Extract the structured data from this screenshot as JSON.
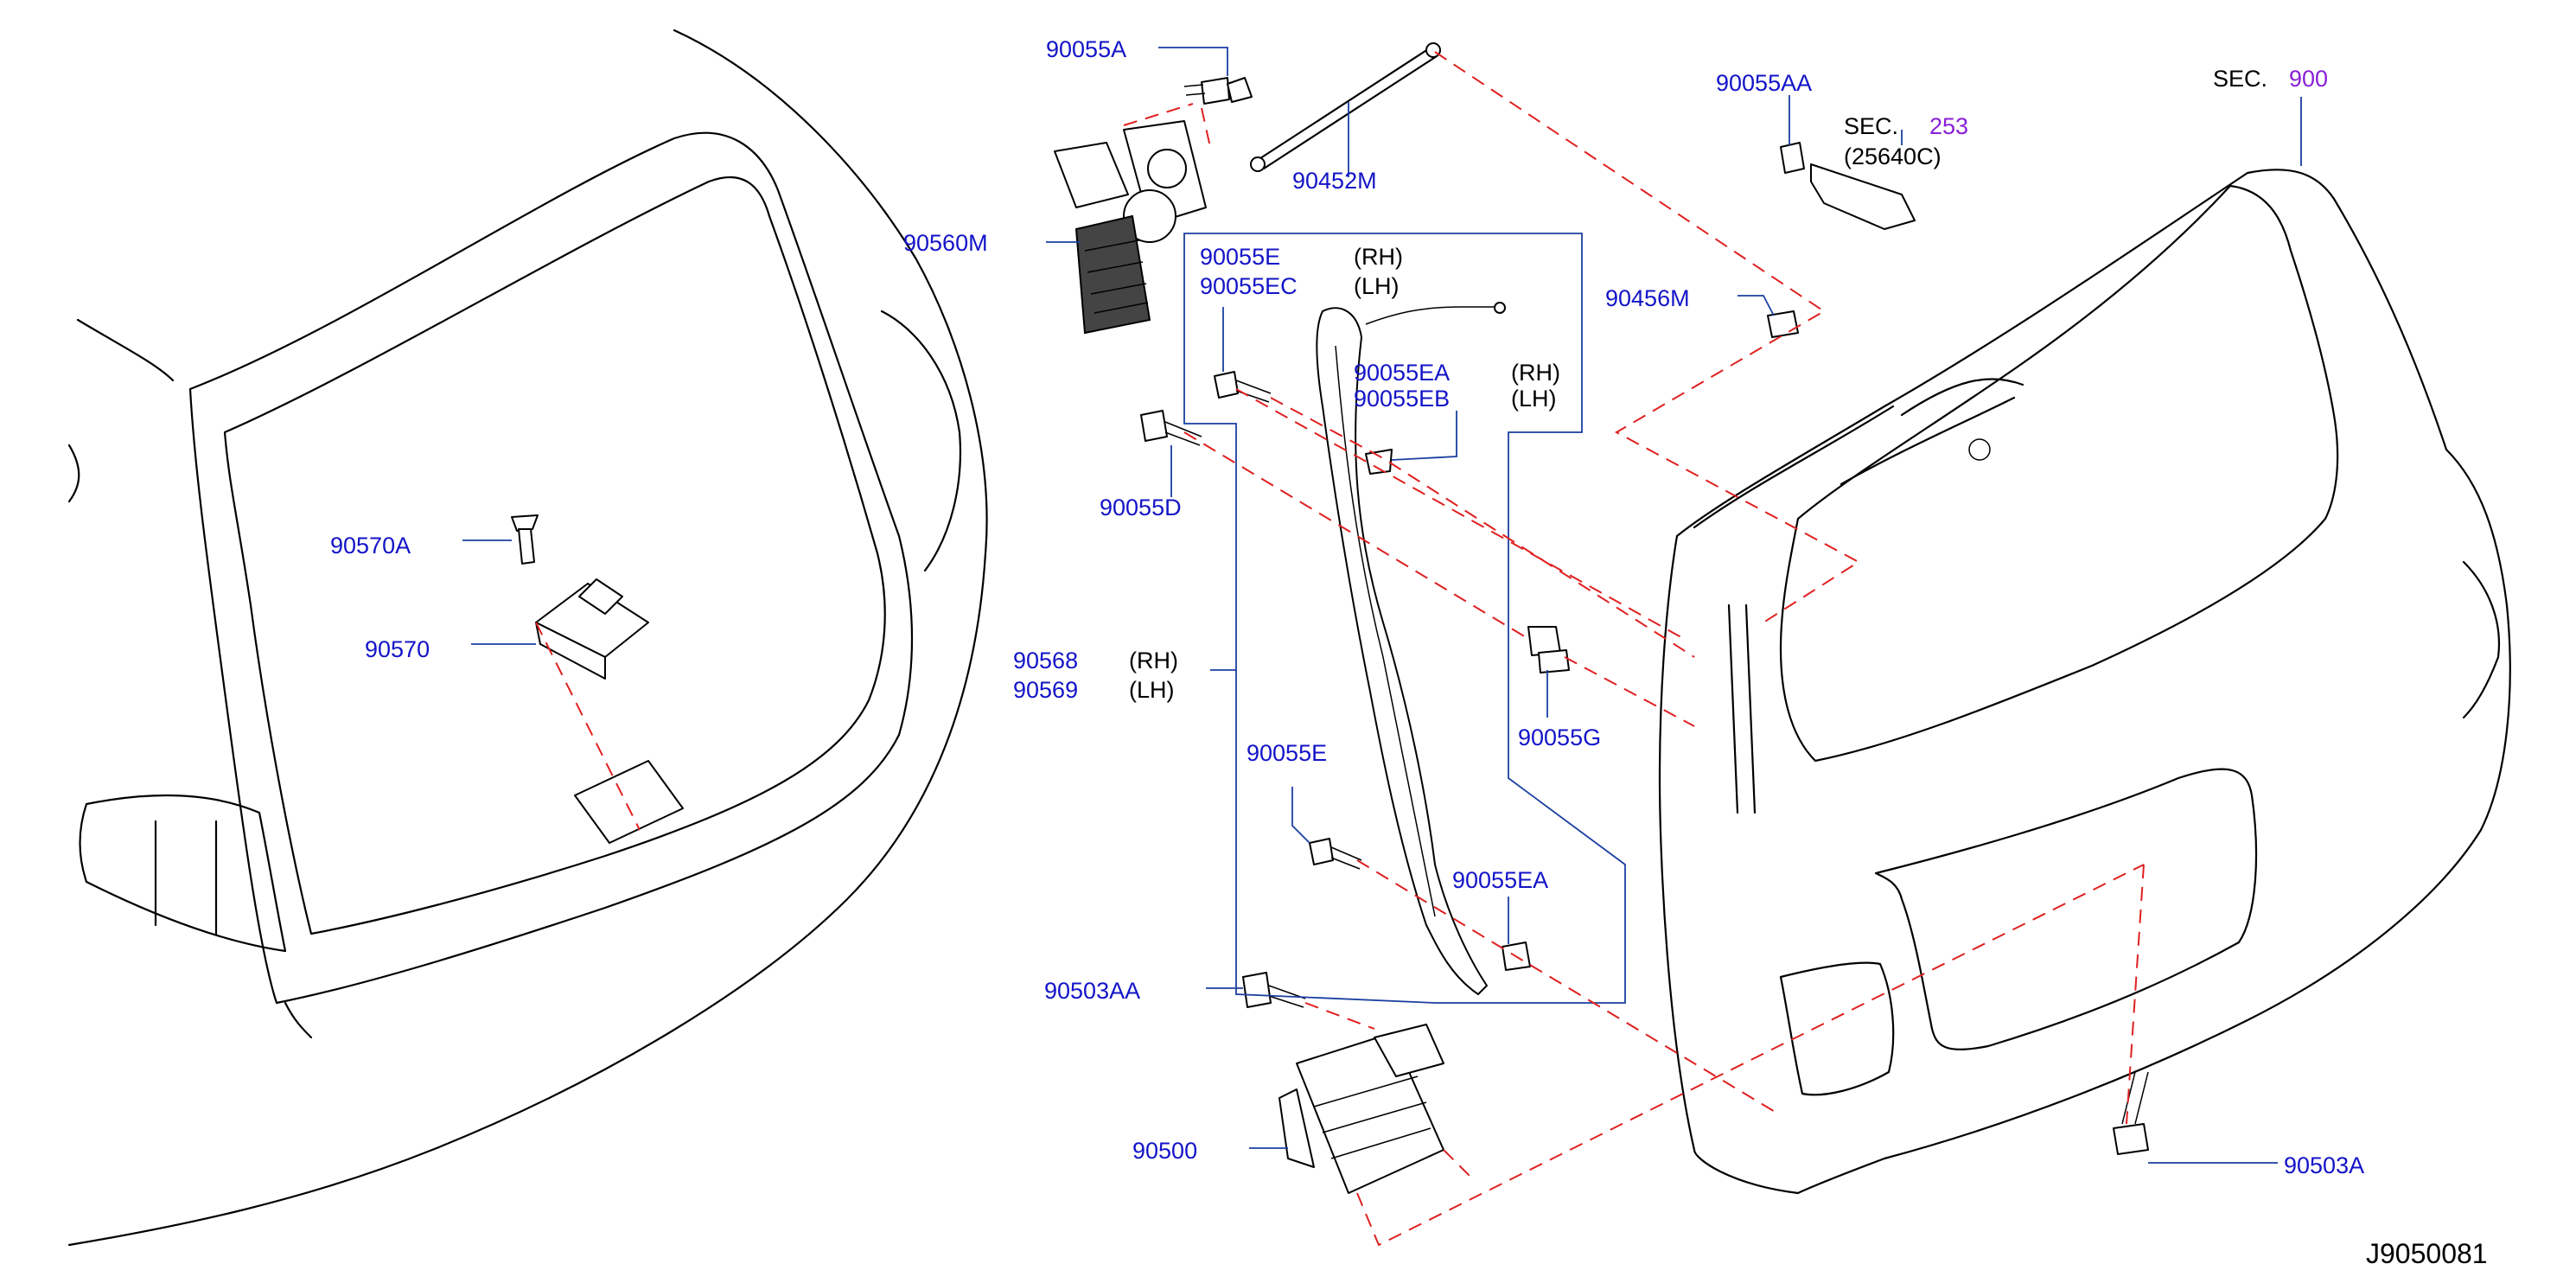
{
  "diagram": {
    "code": "J9050081",
    "callouts": {
      "p90055A": "90055A",
      "p90452M": "90452M",
      "p90560M": "90560M",
      "p90055E_top": "90055E",
      "p90055EC": "90055EC",
      "p90055EA_top": "90055EA",
      "p90055EB": "90055EB",
      "p90055D": "90055D",
      "p90570A": "90570A",
      "p90570": "90570",
      "p90568": "90568",
      "p90569": "90569",
      "p90055E_mid": "90055E",
      "p90055EA_low": "90055EA",
      "p90055G": "90055G",
      "p90503AA": "90503AA",
      "p90500": "90500",
      "p90055AA": "90055AA",
      "p90456M": "90456M",
      "p90503A": "90503A"
    },
    "side_labels": {
      "rh1": "(RH)",
      "lh1": "(LH)",
      "rh2": "(RH)",
      "lh2": "(LH)",
      "rh3": "(RH)",
      "lh3": "(LH)"
    },
    "sections": {
      "sec_prefix_1": "SEC.",
      "sec_253": "253",
      "sec_253_sub": "(25640C)",
      "sec_prefix_2": "SEC.",
      "sec_900": "900"
    },
    "colors": {
      "callout": "#1414c8",
      "section_number": "#8a1fd6",
      "leader": "#1a3fa0",
      "dashed_guide": "#e02020"
    }
  }
}
